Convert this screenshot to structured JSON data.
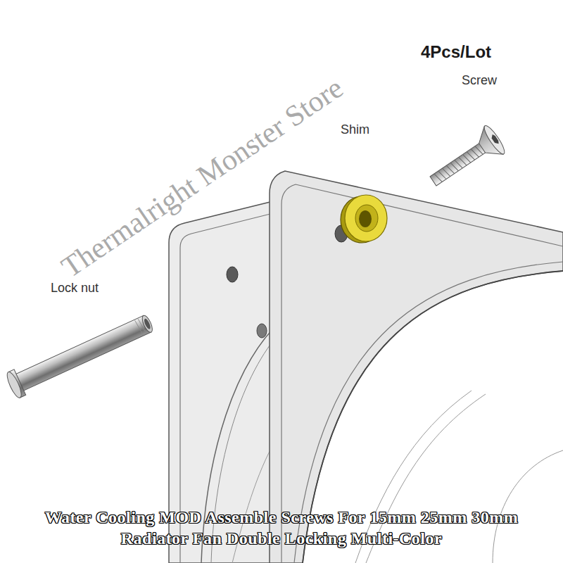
{
  "diagram": {
    "caption": "Water Cooling MOD Assemble Screws For 15mm 25mm 30mm Radiator Fan Double Locking Multi-Color",
    "labels": [
      "4Pcs/Lot",
      "Screw",
      "Shim",
      "Lock nut",
      "Thermalright Monster Store"
    ]
  }
}
